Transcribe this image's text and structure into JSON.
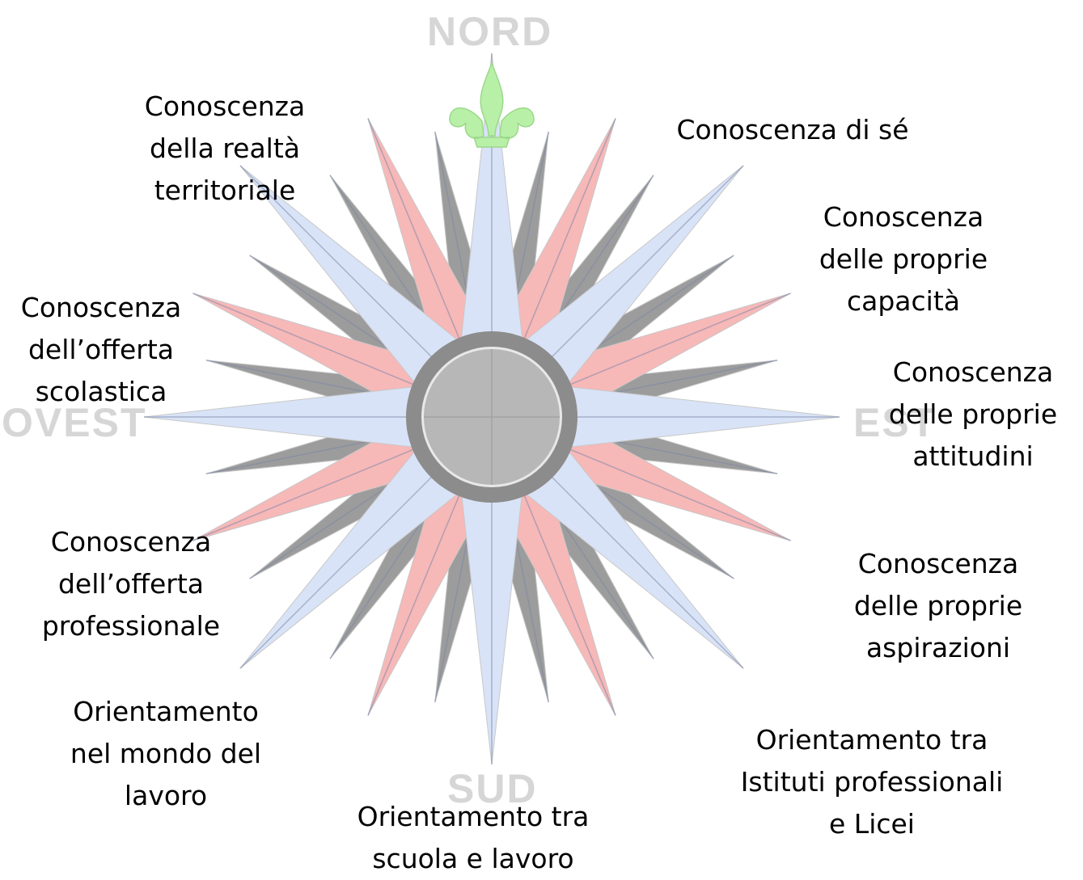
{
  "compass": {
    "north": "NORD",
    "south": "SUD",
    "east": "EST",
    "west": "OVEST"
  },
  "colors": {
    "cardinal_points": "#d9e3f7",
    "red_points": "#f7b8b8",
    "gray_points": "#9c9c9c",
    "ring": "#8c8c8c",
    "center": "#b7b7b7",
    "fleur": "#b8f0a8",
    "compass_text": "#d6d6d6"
  },
  "icons": {
    "north_marker": "fleur-de-lis-icon"
  },
  "labels": {
    "territorio": [
      "Conoscenza",
      "della realtà",
      "territoriale"
    ],
    "se": [
      "Conoscenza di sé"
    ],
    "capacita": [
      "Conoscenza",
      "delle proprie",
      "capacità"
    ],
    "attitudini": [
      "Conoscenza",
      "delle proprie",
      "attitudini"
    ],
    "aspirazioni": [
      "Conoscenza",
      "delle proprie",
      "aspirazioni"
    ],
    "istituti": [
      "Orientamento tra",
      "Istituti professionali",
      "e Licei"
    ],
    "scuola_lavoro": [
      "Orientamento tra",
      "scuola e lavoro"
    ],
    "mondo_lavoro": [
      "Orientamento",
      "nel mondo del",
      "lavoro"
    ],
    "offerta_professionale": [
      "Conoscenza",
      "dell’offerta",
      "professionale"
    ],
    "offerta_scolastica": [
      "Conoscenza",
      "dell’offerta",
      "scolastica"
    ]
  }
}
